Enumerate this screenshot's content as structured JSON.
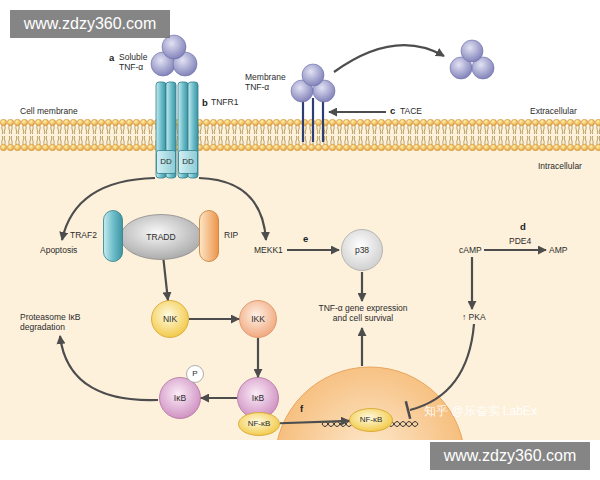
{
  "diagram": {
    "nodes": [
      {
        "text": [
          "DD"
        ]
      },
      {
        "text": [
          "DD"
        ]
      },
      {
        "text": [
          "TRAF2"
        ]
      },
      {
        "text": [
          "TRADD"
        ]
      },
      {
        "text": [
          "RIP"
        ]
      },
      {
        "text": [
          "p38"
        ]
      },
      {
        "text": [
          "NIK"
        ]
      },
      {
        "text": [
          "IKK"
        ]
      },
      {
        "text": [
          "P"
        ]
      },
      {
        "text": [
          "IκB"
        ]
      },
      {
        "text": [
          "IκB"
        ]
      },
      {
        "text": [
          "NF-κB"
        ]
      },
      {
        "text": [
          "NF-κB"
        ]
      }
    ],
    "edges": [
      {
        "from": 3,
        "to": 6,
        "arrow": "to"
      },
      {
        "from": 6,
        "to": 7,
        "arrow": "to"
      },
      {
        "from": 7,
        "to": 10,
        "arrow": "to"
      },
      {
        "from": 10,
        "to": 9,
        "arrow": "to"
      },
      {
        "from": 11,
        "to": 12,
        "arrow": "to"
      }
    ],
    "labels": [
      "www.zdzy360.com",
      "a",
      "Soluble TNF-α",
      "b",
      "TNFR1",
      "Cell membrane",
      "Membrane TNF-α",
      "c",
      "TACE",
      "Extracellular",
      "Intracellular",
      "Apoptosis",
      "MEKK1",
      "e",
      "d",
      "cAMP",
      "PDE4",
      "AMP",
      "TNF-α gene expression and cell survival",
      "↑ PKA",
      "Proteasome IκB degradation",
      "f",
      "知乎 @乐奋实 LabEx",
      "www.zdzy360.com"
    ]
  }
}
